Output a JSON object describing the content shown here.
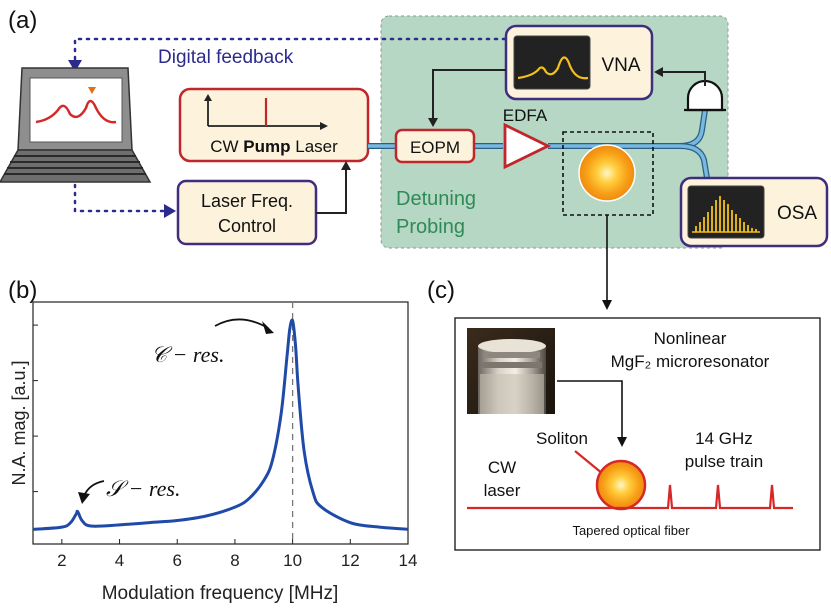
{
  "panels": {
    "a": "(a)",
    "b": "(b)",
    "c": "(c)"
  },
  "setup": {
    "digital_feedback": "Digital feedback",
    "vna": "VNA",
    "osa": "OSA",
    "edfa": "EDFA",
    "eopm": "EOPM",
    "pump_laser": {
      "pre": "CW ",
      "bold": "Pump",
      "post": " Laser"
    },
    "freq_control": [
      "Laser Freq.",
      "Control"
    ],
    "detuning": [
      "Detuning",
      "Probing"
    ]
  },
  "colors": {
    "feedback": "#2b2b8c",
    "box_fill": "#fdf3dc",
    "red_border": "#c0262b",
    "purple_border": "#3f2d7e",
    "green_panel": "#b5d7c3",
    "green_text": "#2e8b57",
    "fiber": "#79b9df",
    "curve": "#1f4aa8",
    "signal_yellow": "#f3c11b"
  },
  "chart_data": {
    "type": "line",
    "xlabel": "Modulation frequency [MHz]",
    "ylabel": "N.A. mag. [a.u.]",
    "xlim": [
      1,
      14
    ],
    "xticks": [
      "2",
      "4",
      "6",
      "8",
      "10",
      "12",
      "14"
    ],
    "ylim": [
      0,
      1
    ],
    "grid": false,
    "series": [
      {
        "x": [
          1,
          2,
          2.3,
          2.5,
          2.55,
          2.7,
          3,
          4,
          5,
          6,
          7,
          8,
          8.5,
          9,
          9.3,
          9.6,
          9.8,
          9.9,
          10,
          10.1,
          10.2,
          10.4,
          10.7,
          11,
          12,
          13,
          14
        ],
        "y": [
          0.03,
          0.04,
          0.06,
          0.1,
          0.11,
          0.07,
          0.045,
          0.05,
          0.06,
          0.07,
          0.09,
          0.13,
          0.17,
          0.25,
          0.34,
          0.55,
          0.8,
          0.93,
          0.97,
          0.86,
          0.66,
          0.38,
          0.2,
          0.13,
          0.06,
          0.04,
          0.03
        ]
      }
    ],
    "marker_x": 10,
    "annotations": [
      {
        "text": "𝒞 − res.",
        "x": 10
      },
      {
        "text": "𝒮 − res.",
        "x": 2.55
      }
    ]
  },
  "inset": {
    "title": [
      "Nonlinear",
      "MgF₂ microresonator"
    ],
    "soliton": "Soliton",
    "cw": [
      "CW",
      "laser"
    ],
    "pulse": [
      "14 GHz",
      "pulse train"
    ],
    "fiber": "Tapered optical fiber"
  }
}
